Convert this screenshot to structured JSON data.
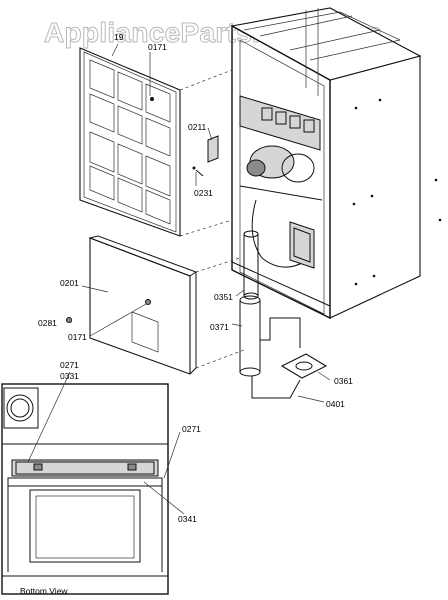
{
  "watermark": "AppliancePartsPros.com",
  "caption": "Bottom View",
  "callouts": {
    "c19": "19",
    "c0171_top": "0171",
    "c0211": "0211",
    "c0231": "0231",
    "c0201": "0201",
    "c0281": "0281",
    "c0171_bottom": "0171",
    "c0351": "0351",
    "c0371": "0371",
    "c0361": "0361",
    "c0401": "0401",
    "c0271_left": "0271",
    "c0331": "0331",
    "c0271_right": "0271",
    "c0341": "0341"
  }
}
